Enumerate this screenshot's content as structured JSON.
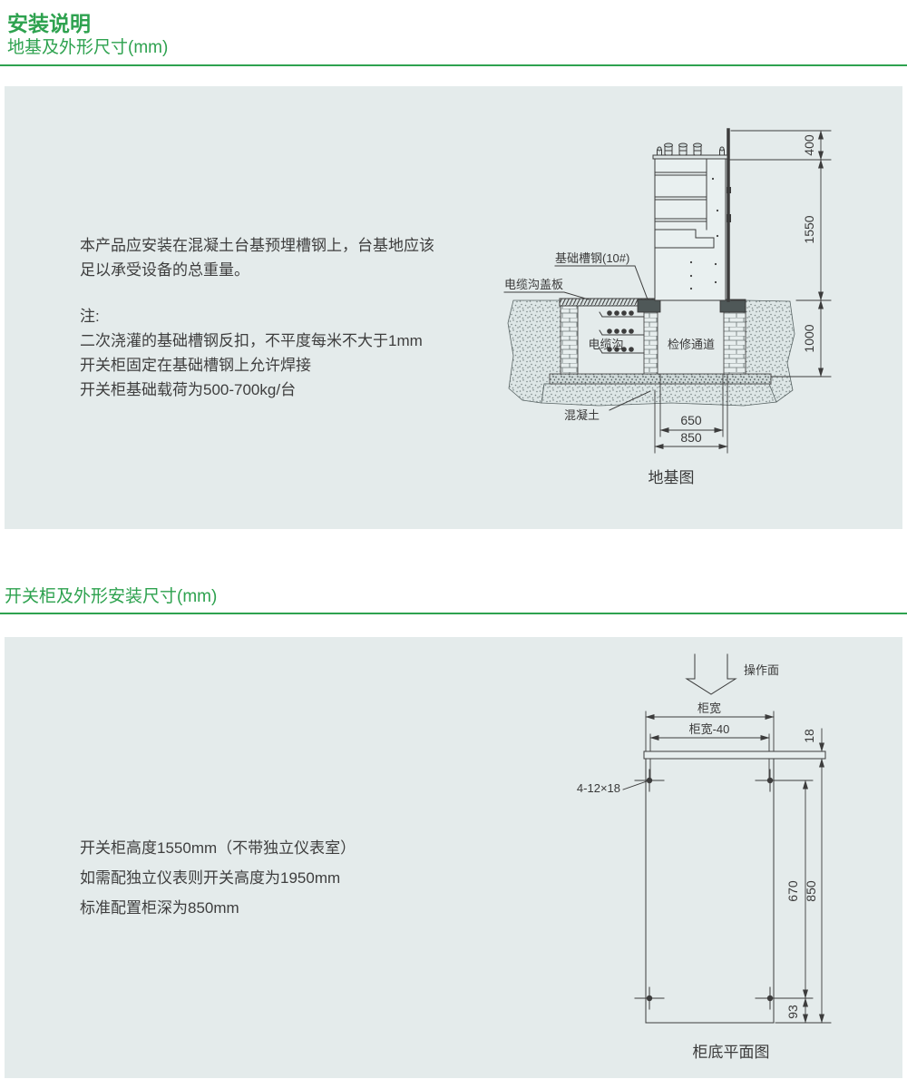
{
  "header": {
    "title": "安装说明",
    "subtitle": "地基及外形尺寸(mm)"
  },
  "section2": {
    "subtitle": "开关柜及外形安装尺寸(mm)"
  },
  "panel1": {
    "para": [
      "本产品应安装在混凝土台基预埋槽钢上，台基地应该",
      "足以承受设备的总重量。"
    ],
    "note_label": "注:",
    "notes": [
      "二次浇灌的基础槽钢反扣，不平度每米不大于1mm",
      "开关柜固定在基础槽钢上允许焊接",
      "开关柜基础载荷为500-700kg/台"
    ],
    "diagram": {
      "caption": "地基图",
      "label_channel_steel": "基础槽钢(10#)",
      "label_cover_plate": "电缆沟盖板",
      "label_cable_trench": "电缆沟",
      "label_service_channel": "检修通道",
      "label_concrete": "混凝土",
      "dim_400": "400",
      "dim_1550": "1550",
      "dim_1000": "1000",
      "dim_650": "650",
      "dim_850": "850"
    }
  },
  "panel2": {
    "lines": [
      "开关柜高度1550mm（不带独立仪表室）",
      "如需配独立仪表则开关高度为1950mm",
      "标准配置柜深为850mm"
    ],
    "diagram": {
      "caption": "柜底平面图",
      "label_operating_face": "操作面",
      "label_width": "柜宽",
      "label_width_minus_40": "柜宽-40",
      "label_holes": "4-12×18",
      "dim_18": "18",
      "dim_670": "670",
      "dim_850": "850",
      "dim_93": "93"
    }
  },
  "colors": {
    "accent_green": "#2ea24f",
    "panel_bg": "#e4ebeb",
    "line": "#3c3c3c"
  }
}
